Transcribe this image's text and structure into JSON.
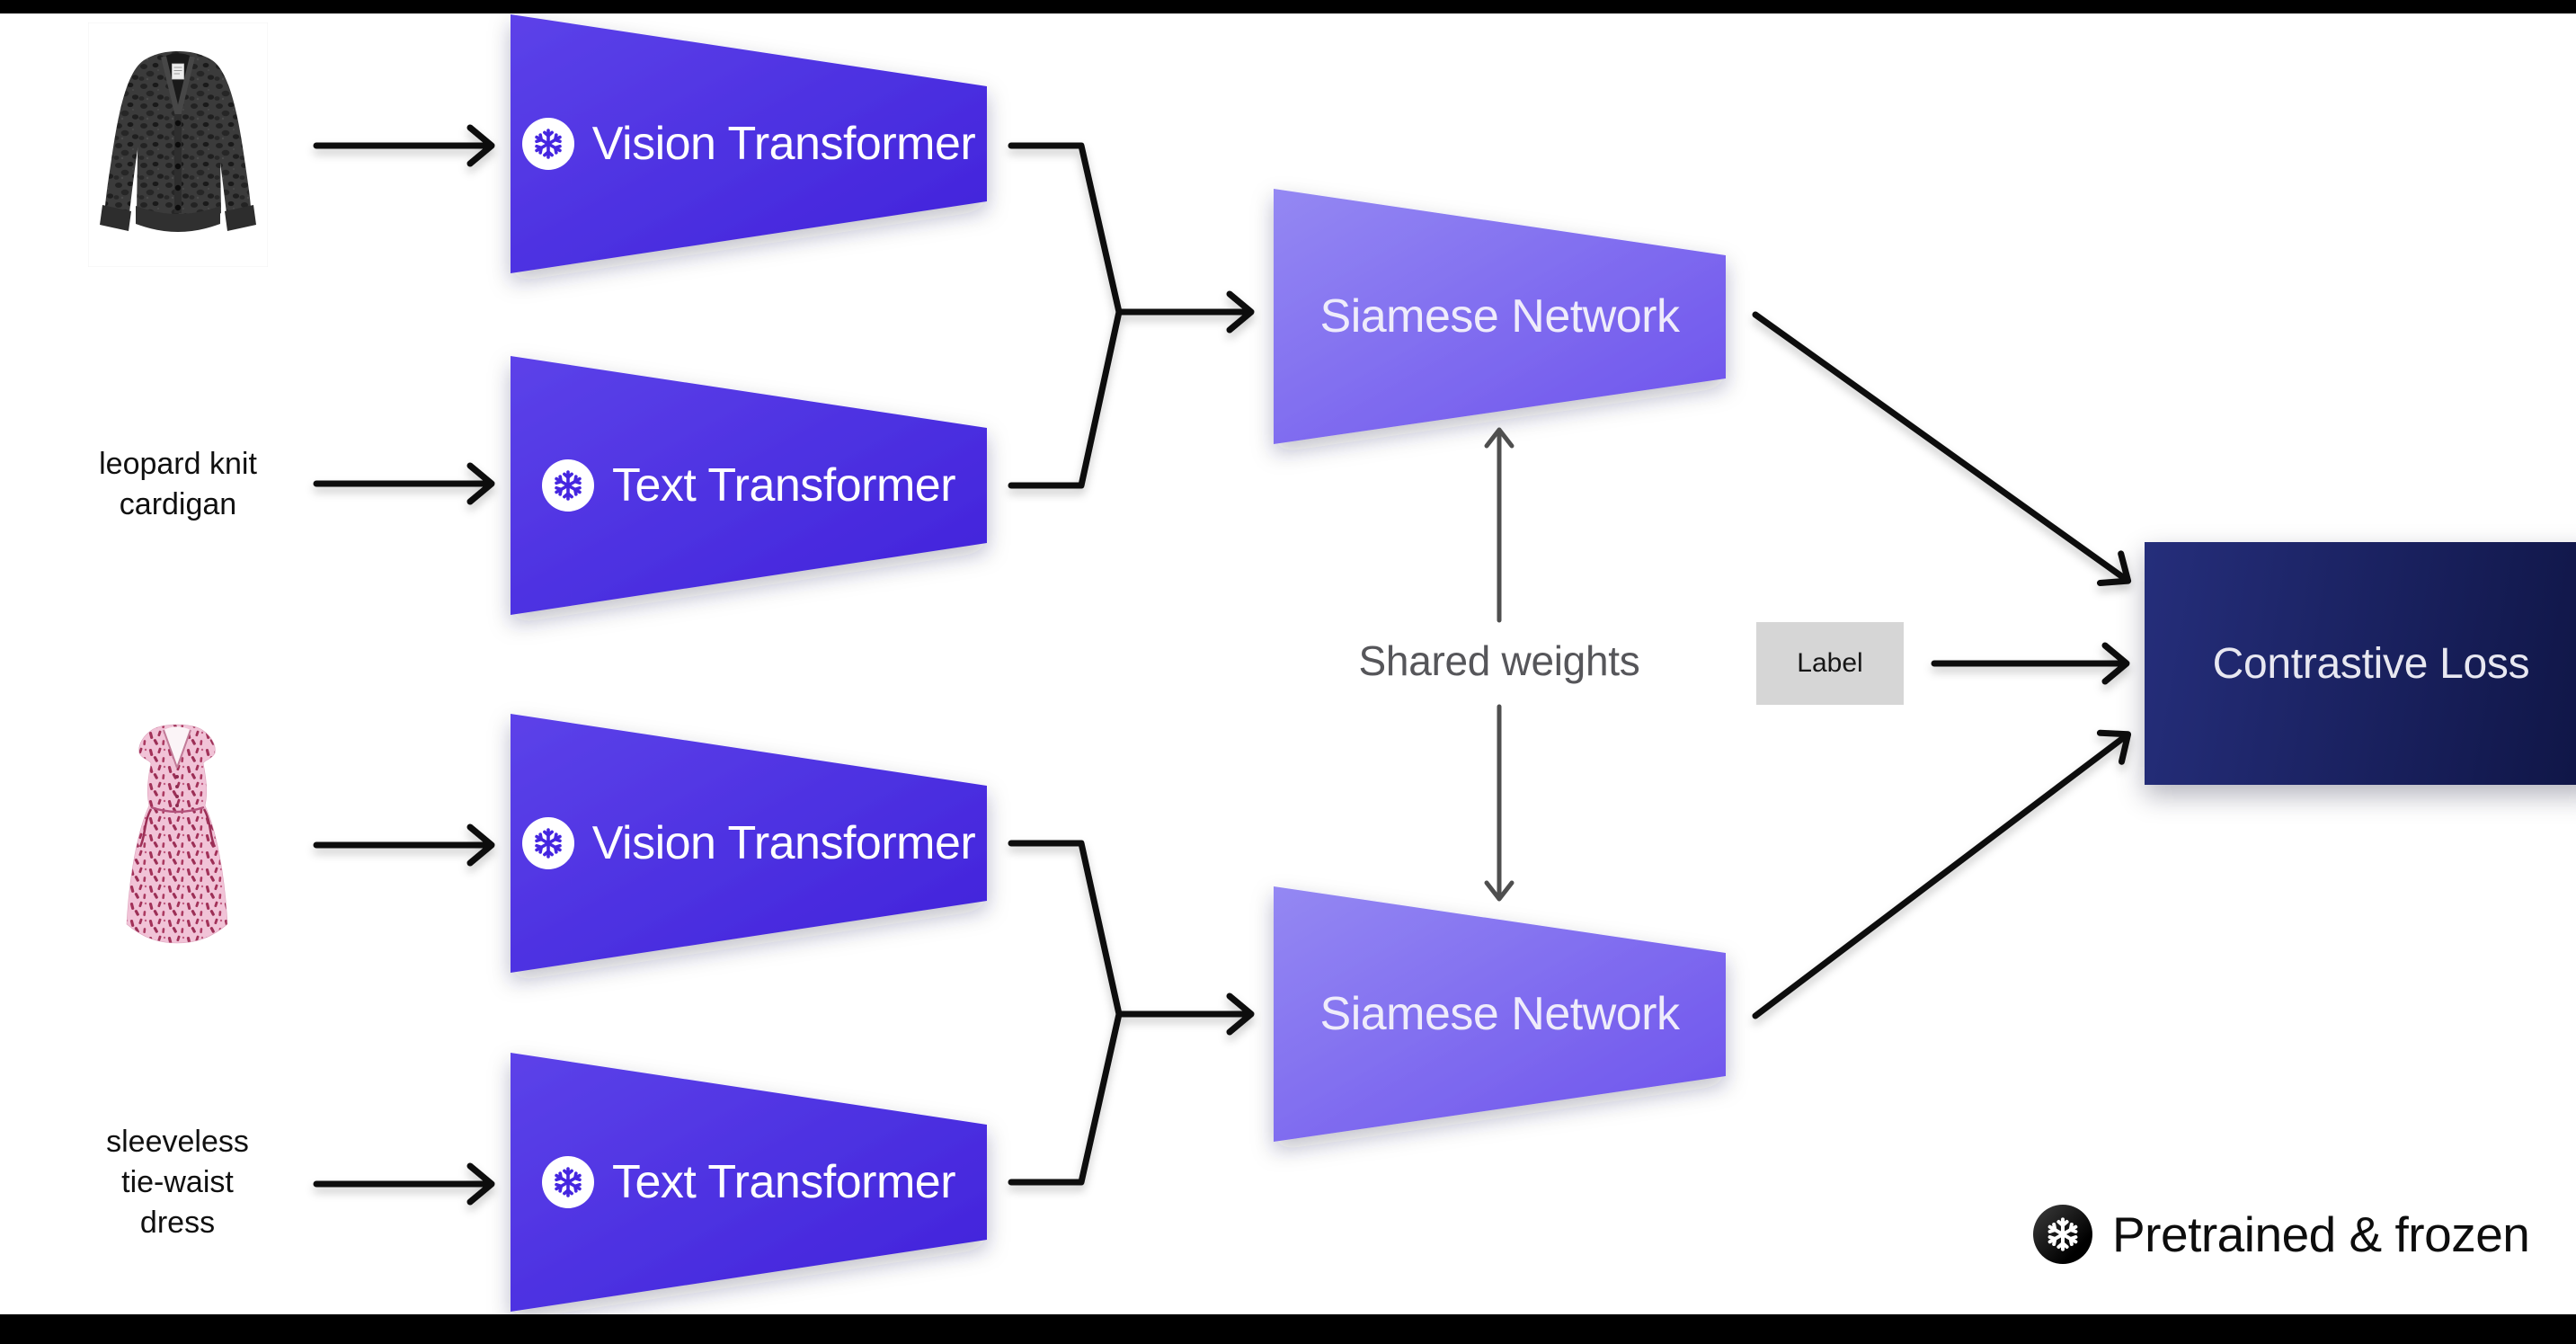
{
  "figure": {
    "shared_weights_label": "Shared weights",
    "label_box": "Label",
    "loss_label": "Contrastive Loss",
    "legend": {
      "label": "Pretrained & frozen",
      "icon": "snowflake-icon"
    }
  },
  "branches": [
    {
      "input_caption": "leopard knit cardigan",
      "input_image": "leopard-knit-cardigan-photo",
      "vision_label": "Vision Transformer",
      "text_label": "Text Transformer",
      "siamese_label": "Siamese Network",
      "encoder_icon": "snowflake-icon"
    },
    {
      "input_caption": "sleeveless tie-waist dress",
      "input_image": "sleeveless-tie-waist-dress-photo",
      "vision_label": "Vision Transformer",
      "text_label": "Text Transformer",
      "siamese_label": "Siamese Network",
      "encoder_icon": "snowflake-icon"
    }
  ],
  "colors": {
    "encoder_gradient": [
      "#5C42E9",
      "#3F21DA"
    ],
    "siamese_gradient": [
      "#9488F3",
      "#6C51EC"
    ],
    "loss_gradient": [
      "#252E7B",
      "#0F1545"
    ],
    "label_box_bg": "#D6D6D6",
    "shared_weights_text": "#56565A",
    "arrow_black": "#0A0A0A",
    "arrow_gray": "#4F4F4F",
    "letterbox_bar": "#000000"
  }
}
